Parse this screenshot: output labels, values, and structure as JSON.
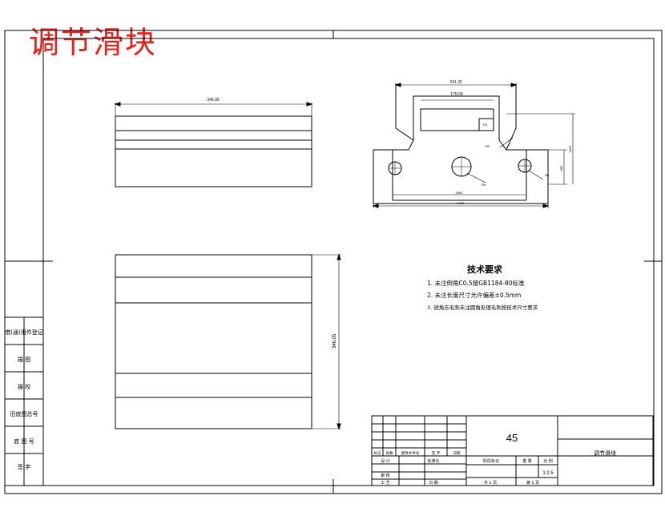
{
  "title": "调节滑块",
  "dimensions": {
    "top_view_width": "346.05",
    "bottom_view_height": "346.05",
    "side_top_width": "241.32",
    "side_inner_width": "175.04",
    "side_small_1": "R3",
    "side_small_2": "R9",
    "side_small_3": "R5",
    "side_small_4": "R8",
    "side_base_inner": "2850",
    "side_base_total": "3400",
    "side_height_total": "2025",
    "side_height_upper": "982"
  },
  "tech_requirements": {
    "heading": "技术要求",
    "items": [
      "1. 未注倒角C0.5按GB1184-80标准",
      "2. 未注长度尺寸允许偏差±0.5mm",
      "3. 锐角去毛刺未注圆角处理毛刺按技术尺寸要求"
    ]
  },
  "left_column": {
    "cells": [
      "借(通)用件登记",
      "描 图",
      "描 校",
      "旧底图总号",
      "底 图 号",
      "签 字"
    ]
  },
  "title_block": {
    "material": "45",
    "part_name": "调节滑块",
    "header_labels": [
      "标记",
      "处数",
      "更改文件号",
      "签 字",
      "日期"
    ],
    "row_design": "设 计",
    "row_standard": "标准化",
    "row_check": "审 核",
    "row_process": "工 艺",
    "row_date": "日 期",
    "stage_label": "阶段标记",
    "weight_label": "重 量",
    "scale_label": "比 例",
    "scale_value": "1:2.5",
    "sheets_total": "共 1 页",
    "sheet_index": "第 1 页"
  }
}
